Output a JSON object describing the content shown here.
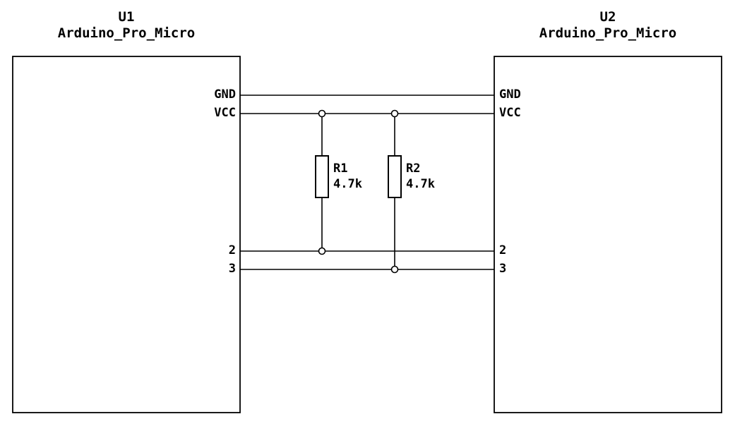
{
  "schematic": {
    "u1": {
      "ref": "U1",
      "value": "Arduino_Pro_Micro",
      "pins": {
        "gnd": "GND",
        "vcc": "VCC",
        "p2": "2",
        "p3": "3"
      }
    },
    "u2": {
      "ref": "U2",
      "value": "Arduino_Pro_Micro",
      "pins": {
        "gnd": "GND",
        "vcc": "VCC",
        "p2": "2",
        "p3": "3"
      }
    },
    "r1": {
      "ref": "R1",
      "value": "4.7k"
    },
    "r2": {
      "ref": "R2",
      "value": "4.7k"
    },
    "nets": {
      "gnd": "GND",
      "vcc": "VCC",
      "sda": "2",
      "scl": "3"
    },
    "colors": {
      "wire": "#000000",
      "background": "#ffffff"
    }
  }
}
